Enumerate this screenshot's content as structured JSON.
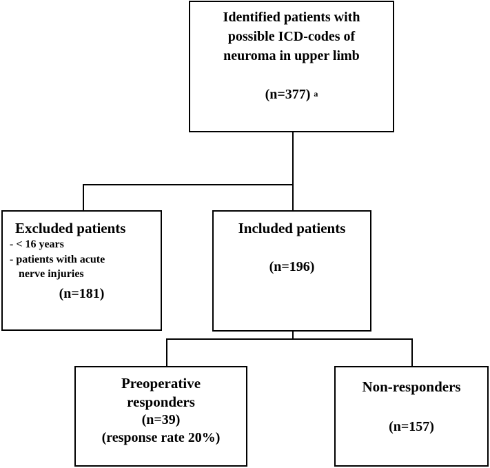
{
  "top_box": {
    "title_lines": [
      "Identified patients with",
      "possible ICD-codes of",
      "neuroma in upper limb"
    ],
    "count": "(n=377)",
    "footnote_marker": "a"
  },
  "excluded_box": {
    "title": "Excluded patients",
    "criteria": [
      "- < 16 years",
      "- patients with acute",
      "nerve injuries"
    ],
    "count": "(n=181)"
  },
  "included_box": {
    "title": "Included patients",
    "count": "(n=196)"
  },
  "responders_box": {
    "title_lines": [
      "Preoperative",
      "responders"
    ],
    "count": "(n=39)",
    "rate": "(response rate 20%)"
  },
  "nonresponders_box": {
    "title": "Non-responders",
    "count": "(n=157)"
  }
}
